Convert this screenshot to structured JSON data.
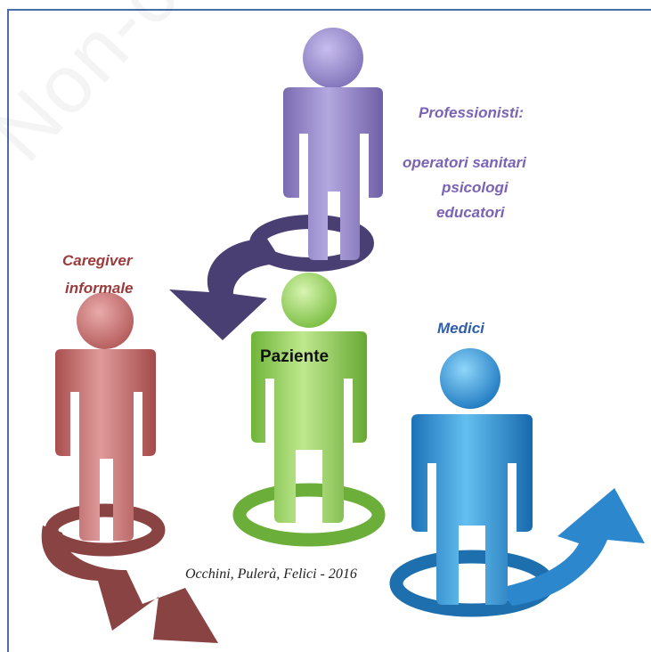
{
  "watermark": "Non-commercial",
  "colors": {
    "frame": "#4a6ea8",
    "professionisti": "#9a8ccd",
    "caregiver": "#c46e6e",
    "paziente": "#8cc95a",
    "medici": "#2a8fd6"
  },
  "labels": {
    "professionisti_title": "Professionisti:",
    "professionisti_items": [
      "operatori sanitari",
      "psicologi",
      "educatori"
    ],
    "caregiver_line1": "Caregiver",
    "caregiver_line2": "informale",
    "medici": "Medici",
    "paziente": "Paziente"
  },
  "credit": "Occhini, Pulerà, Felici - 2016"
}
